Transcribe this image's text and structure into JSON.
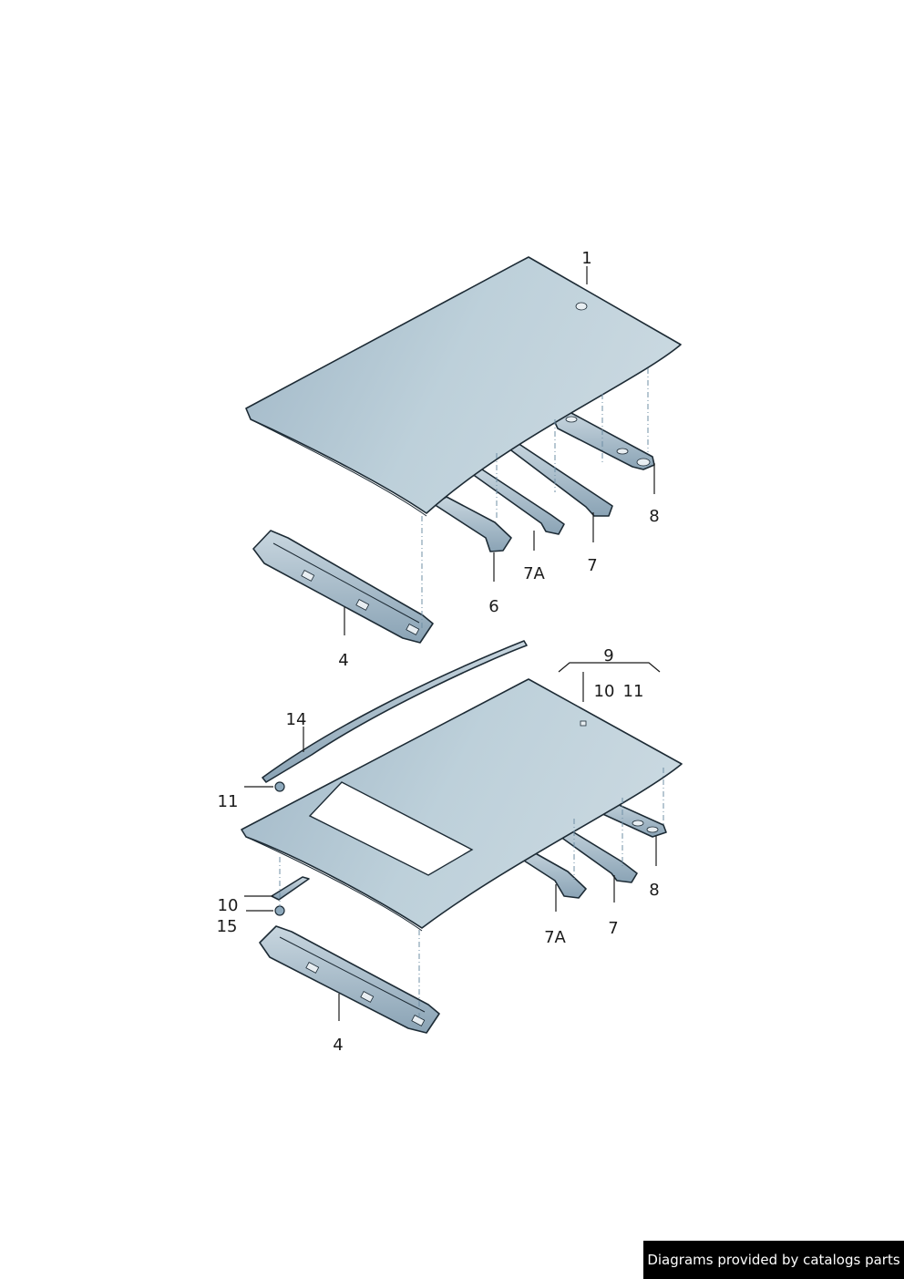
{
  "callouts": {
    "top_1": "1",
    "top_8": "8",
    "top_7": "7",
    "top_7A": "7A",
    "top_6": "6",
    "top_4": "4",
    "bot_9": "9",
    "bot_10a": "10",
    "bot_11a": "11",
    "bot_14": "14",
    "bot_11b": "11",
    "bot_8": "8",
    "bot_10b": "10",
    "bot_15": "15",
    "bot_7": "7",
    "bot_7A": "7A",
    "bot_4": "4"
  },
  "footer": {
    "text": "Diagrams provided by catalogs parts"
  },
  "colors": {
    "panel_light": "#c3d3dc",
    "panel_dark": "#8ea9bc",
    "outline": "#1d2b35",
    "leader": "#1a1a1a"
  }
}
